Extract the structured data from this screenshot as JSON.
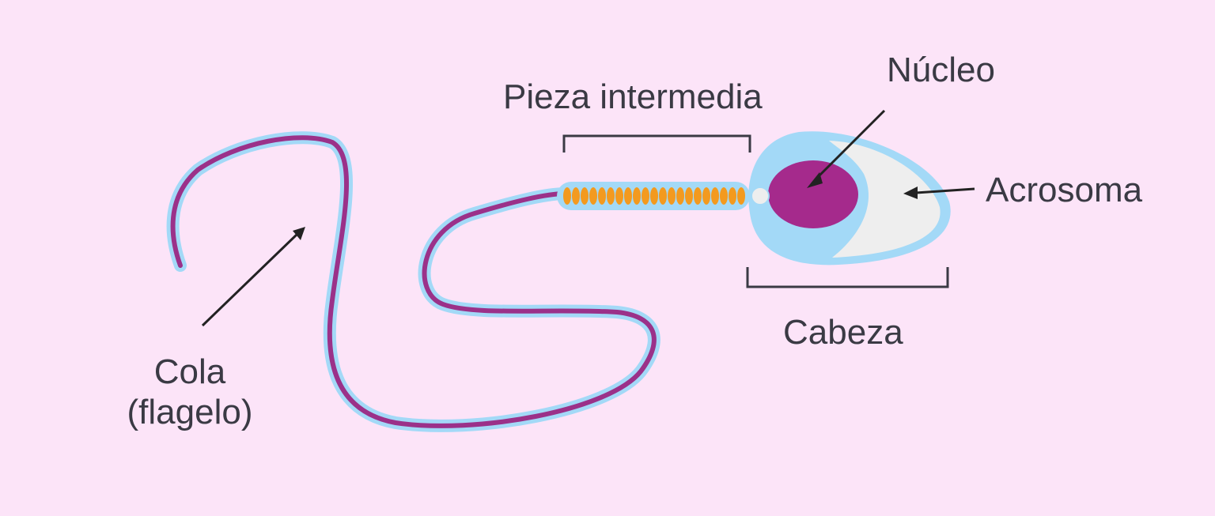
{
  "diagram": {
    "labels": {
      "pieza_intermedia": "Pieza intermedia",
      "nucleo": "Núcleo",
      "acrosoma": "Acrosoma",
      "cabeza": "Cabeza",
      "cola_line1": "Cola",
      "cola_line2": "(flagelo)"
    },
    "colors": {
      "background": "#fce4f8",
      "membrane": "#a3d9f7",
      "flagellum": "#9b3189",
      "nucleus": "#a52a8c",
      "acrosome": "#eeeeee",
      "mitochondria": "#f39a1f",
      "label_text": "#3a3a44"
    }
  }
}
